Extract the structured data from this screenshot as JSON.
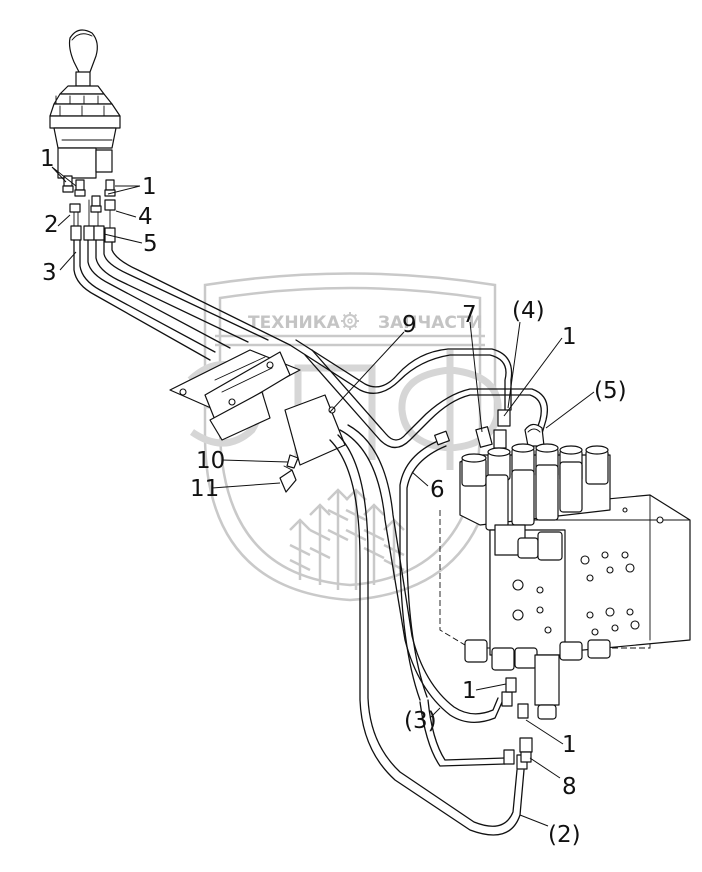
{
  "watermark": {
    "left_text": "ТЕХНИКА",
    "right_text": "ЗАПЧАСТИ",
    "logo_name": "gear-icon"
  },
  "callouts": {
    "n1a": "1",
    "n1b": "1",
    "n1c": "1",
    "n1d": "1",
    "n1e": "1",
    "n2": "2",
    "n3": "3",
    "n4": "4",
    "n5": "5",
    "n6": "6",
    "n7": "7",
    "n8": "8",
    "n9": "9",
    "n10": "10",
    "n11": "11",
    "p2": "(2)",
    "p3": "(3)",
    "p4": "(4)",
    "p5": "(5)"
  }
}
